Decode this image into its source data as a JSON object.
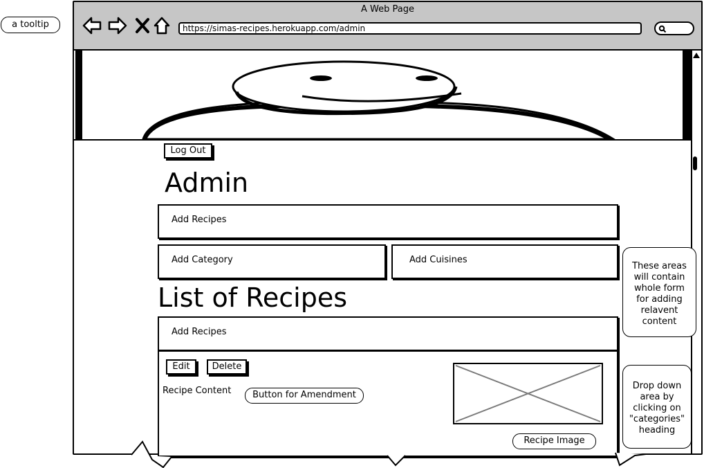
{
  "tooltip": {
    "label": "a tooltip"
  },
  "browser": {
    "title": "A Web Page",
    "url": "https://simas-recipes.herokuapp.com/admin",
    "nav_icons": [
      "back-arrow-icon",
      "forward-arrow-icon",
      "stop-x-icon",
      "home-icon"
    ],
    "search_icon": "search-icon"
  },
  "hero": {
    "image": "smiley-face-logo"
  },
  "page": {
    "logout_label": "Log Out",
    "admin_heading": "Admin",
    "add_recipes_label": "Add Recipes",
    "add_category_label": "Add Category",
    "add_cuisines_label": "Add Cuisines",
    "list_heading": "List of Recipes",
    "list_add_recipes_label": "Add Recipes",
    "edit_label": "Edit",
    "delete_label": "Delete",
    "recipe_content_label": "Recipe Content"
  },
  "annotations": {
    "button_amendment": "Button for Amendment",
    "recipe_image": "Recipe Image",
    "forms_note": "These areas will contain whole form for adding relavent content",
    "dropdown_note": "Drop down area by clicking on \"categories\" heading"
  }
}
